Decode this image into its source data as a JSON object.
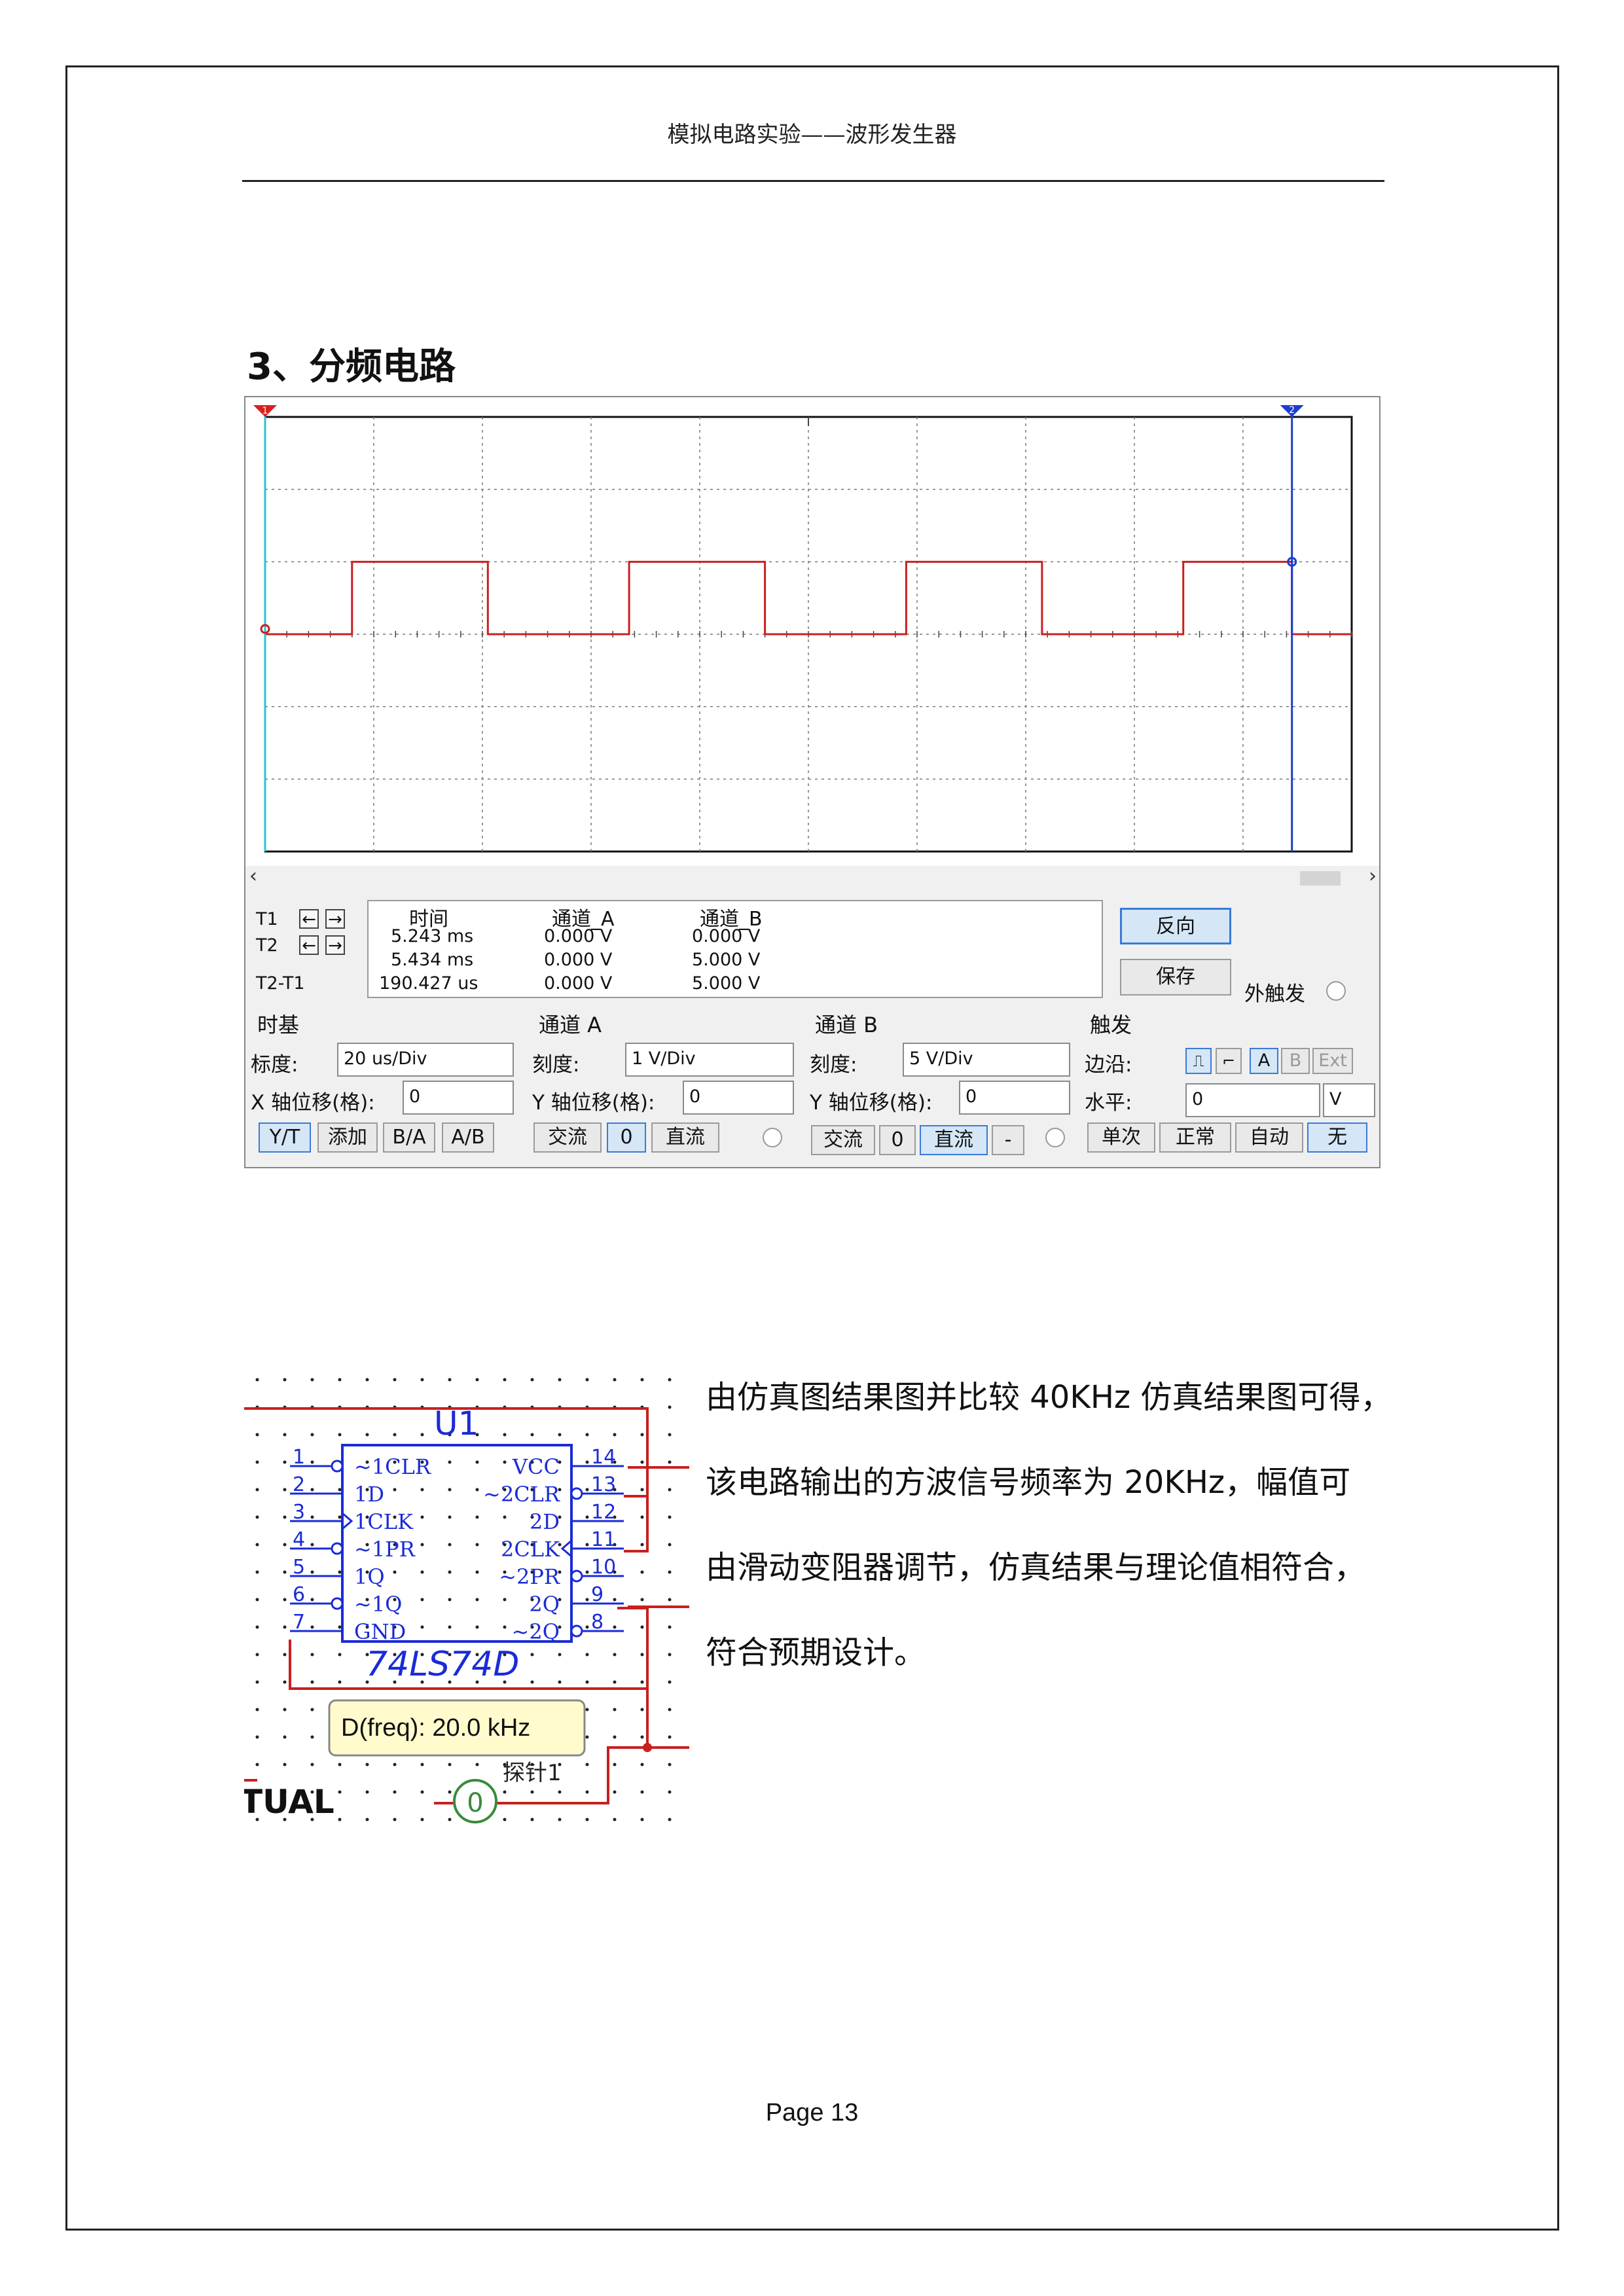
{
  "header": {
    "title": "模拟电路实验——波形发生器"
  },
  "section_title": "3、分频电路",
  "oscilloscope": {
    "cursor_markers": {
      "t1": "1",
      "t2": "2"
    },
    "waveform": {
      "color": "#c8201f",
      "low_level_div": 0,
      "high_level_div": 1,
      "pulses_div": [
        [
          0.8,
          2.05
        ],
        [
          3.35,
          4.6
        ],
        [
          5.9,
          7.15
        ],
        [
          8.45,
          9.45
        ]
      ],
      "t2_cursor_div": 9.45
    },
    "cursor_table": {
      "row_labels": [
        "T1",
        "T2",
        "T2-T1"
      ],
      "headers": [
        "时间",
        "通道_A",
        "通道_B"
      ],
      "rows": [
        [
          "5.243 ms",
          "0.000 V",
          "0.000 V"
        ],
        [
          "5.434 ms",
          "0.000 V",
          "5.000 V"
        ],
        [
          "190.427 us",
          "0.000 V",
          "5.000 V"
        ]
      ]
    },
    "buttons": {
      "reverse": "反向",
      "save": "保存",
      "ext_trigger": "外触发"
    },
    "timebase": {
      "title": "时基",
      "scale_label": "标度:",
      "scale_value": "20 us/Div",
      "xpos_label": "X 轴位移(格):",
      "xpos_value": "0",
      "modes": [
        "Y/T",
        "添加",
        "B/A",
        "A/B"
      ]
    },
    "channel_a": {
      "title": "通道 A",
      "scale_label": "刻度:",
      "scale_value": "1  V/Div",
      "ypos_label": "Y 轴位移(格):",
      "ypos_value": "0",
      "coupling": [
        "交流",
        "0",
        "直流"
      ]
    },
    "channel_b": {
      "title": "通道 B",
      "scale_label": "刻度:",
      "scale_value": "5  V/Div",
      "ypos_label": "Y 轴位移(格):",
      "ypos_value": "0",
      "coupling": [
        "交流",
        "0",
        "直流",
        "-"
      ]
    },
    "trigger": {
      "title": "触发",
      "edge_label": "边沿:",
      "edge_buttons": [
        "A",
        "B",
        "Ext"
      ],
      "level_label": "水平:",
      "level_value": "0",
      "level_unit": "V",
      "modes": [
        "单次",
        "正常",
        "自动",
        "无"
      ]
    }
  },
  "schematic": {
    "ref": "U1",
    "part": "74LS74D",
    "left_pins": [
      "~1CLR",
      "1D",
      "1CLK",
      "~1PR",
      "1Q",
      "~1Q",
      "GND"
    ],
    "right_pins": [
      "VCC",
      "~2CLR",
      "2D",
      "2CLK",
      "~2PR",
      "2Q",
      "~2Q"
    ],
    "left_pin_numbers": [
      "1",
      "2",
      "3",
      "4",
      "5",
      "6",
      "7"
    ],
    "right_pin_numbers": [
      "14",
      "13",
      "12",
      "11",
      "10",
      "9",
      "8"
    ],
    "probe_label": "D(freq): 20.0 kHz",
    "probe_number": "0",
    "partial_label_left": "TUAL",
    "partial_label_right": "探针1"
  },
  "body_text": [
    "由仿真图结果图并比较 40KHz 仿真结果图可得，",
    "该电路输出的方波信号频率为  20KHz，幅值可",
    "由滑动变阻器调节，仿真结果与理论值相符合，",
    "符合预期设计。"
  ],
  "footer": {
    "page": "Page  13"
  }
}
